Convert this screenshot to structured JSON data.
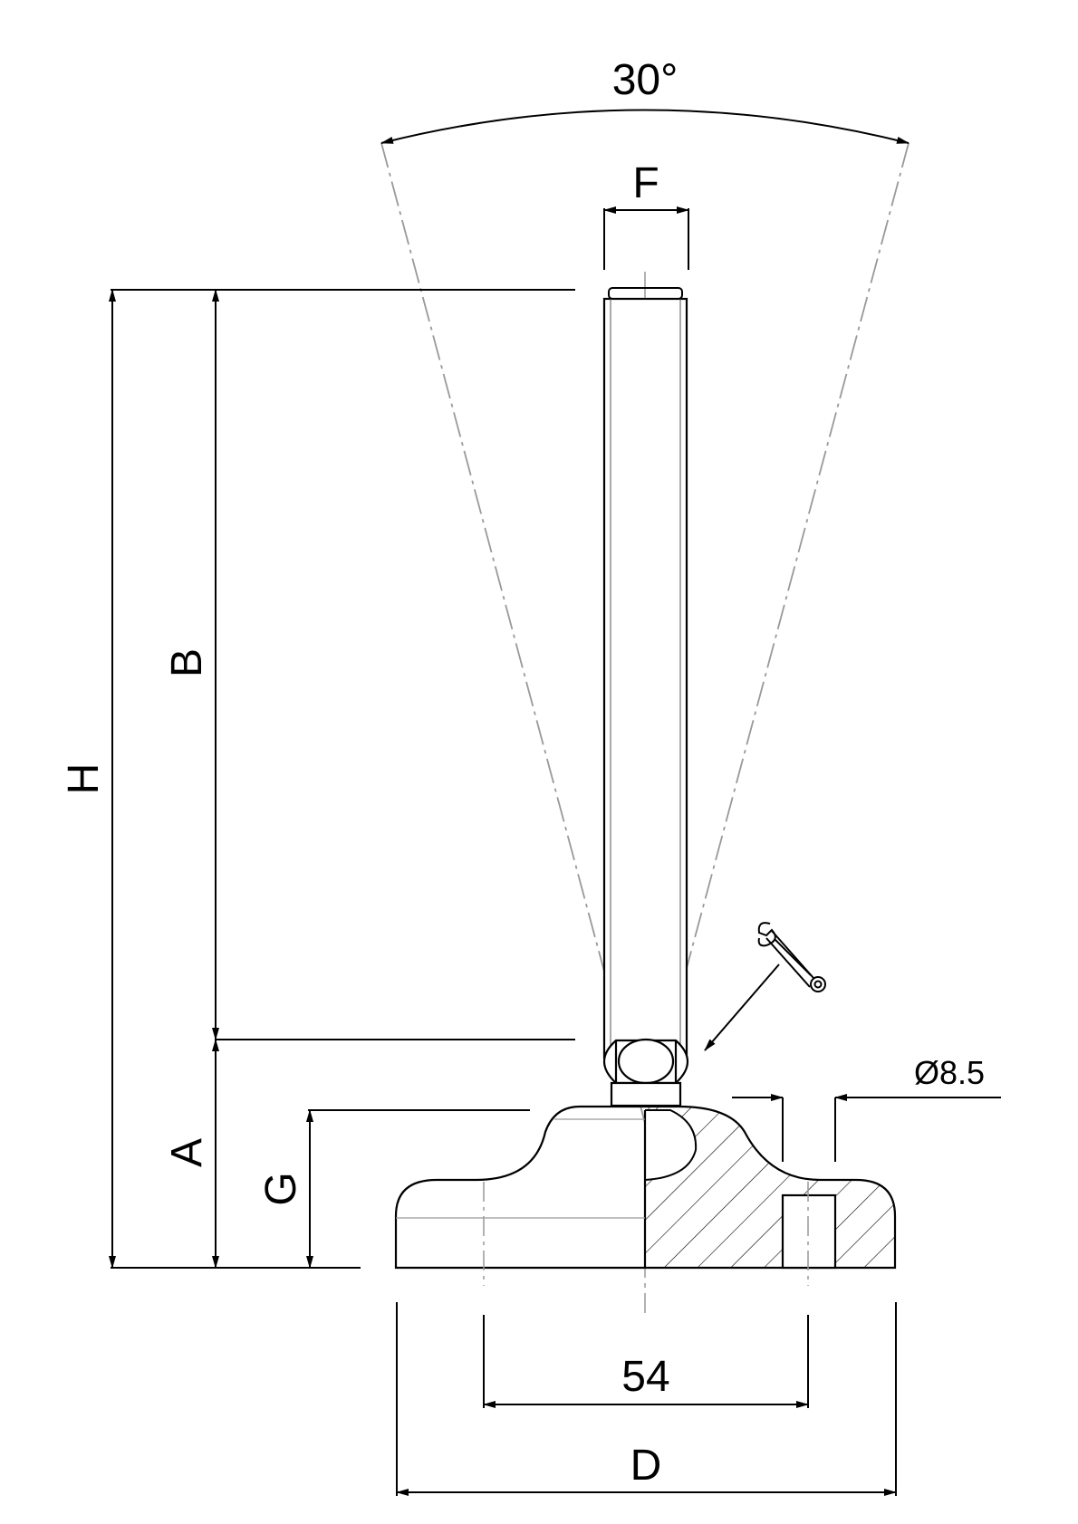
{
  "labels": {
    "angle": "30°",
    "thread": "F",
    "total_height": "H",
    "stem_length": "B",
    "base_height": "A",
    "pad_height": "G",
    "hole_diameter": "Ø8.5",
    "hole_spacing": "54",
    "base_diameter": "D"
  },
  "icons": [
    "wrench-icon"
  ]
}
